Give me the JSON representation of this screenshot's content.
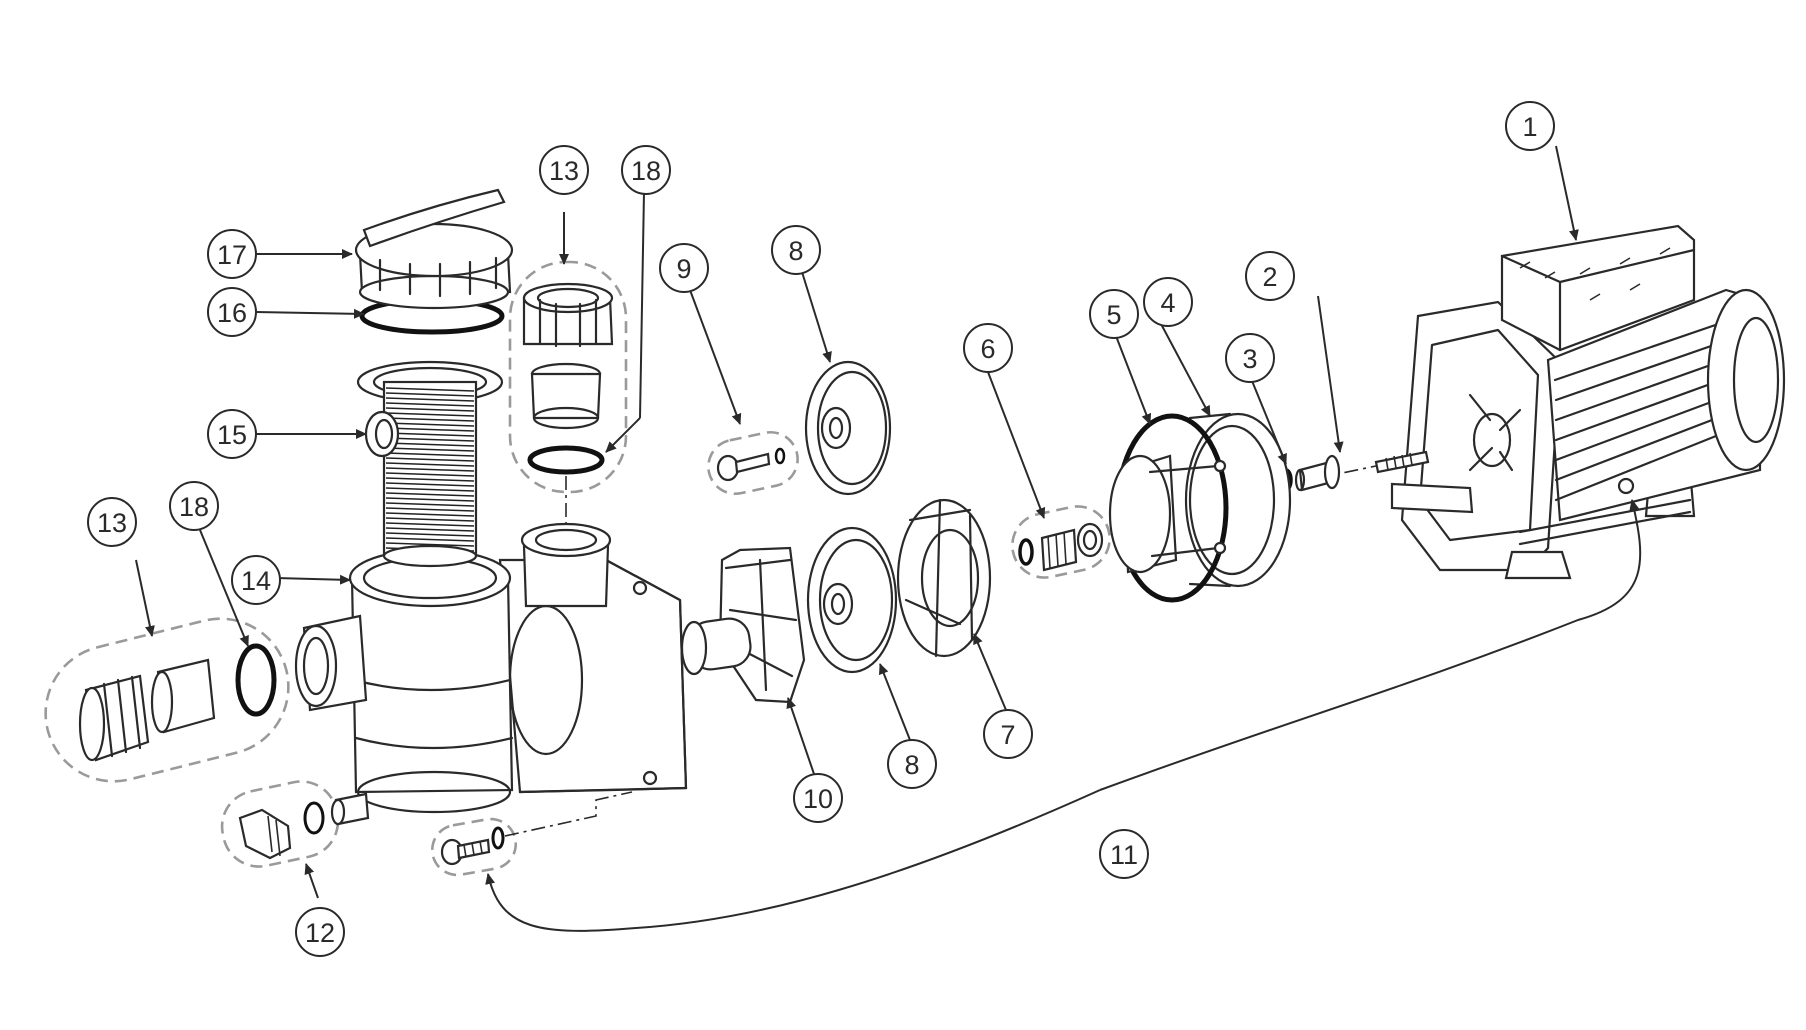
{
  "diagram": {
    "callouts": [
      {
        "id": "c1",
        "label": "1"
      },
      {
        "id": "c2",
        "label": "2"
      },
      {
        "id": "c3",
        "label": "3"
      },
      {
        "id": "c4",
        "label": "4"
      },
      {
        "id": "c5",
        "label": "5"
      },
      {
        "id": "c6",
        "label": "6"
      },
      {
        "id": "c7",
        "label": "7"
      },
      {
        "id": "c8a",
        "label": "8"
      },
      {
        "id": "c8b",
        "label": "8"
      },
      {
        "id": "c9",
        "label": "9"
      },
      {
        "id": "c10",
        "label": "10"
      },
      {
        "id": "c11",
        "label": "11"
      },
      {
        "id": "c12",
        "label": "12"
      },
      {
        "id": "c13a",
        "label": "13"
      },
      {
        "id": "c13b",
        "label": "13"
      },
      {
        "id": "c14",
        "label": "14"
      },
      {
        "id": "c15",
        "label": "15"
      },
      {
        "id": "c16",
        "label": "16"
      },
      {
        "id": "c17",
        "label": "17"
      },
      {
        "id": "c18a",
        "label": "18"
      },
      {
        "id": "c18b",
        "label": "18"
      }
    ]
  }
}
